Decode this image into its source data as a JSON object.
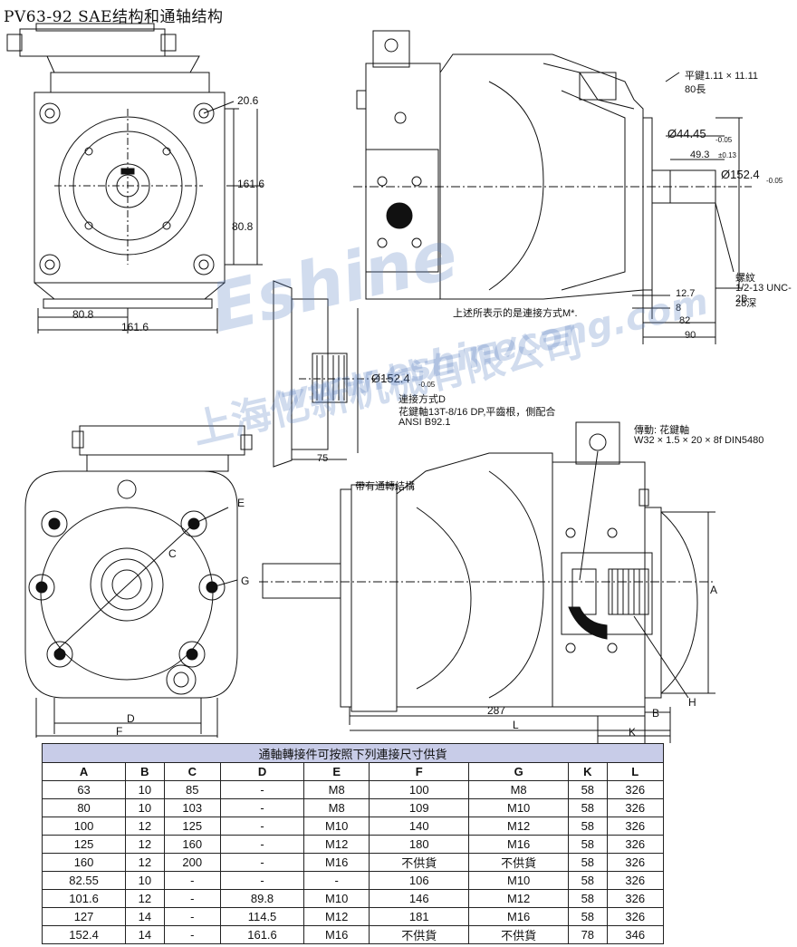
{
  "title": "PV63-92 SAE结构和通轴结构",
  "watermark": {
    "brand": "Eshine",
    "company": "上海亿新机械有限公司",
    "url": "www.eshinecong.com"
  },
  "top_front": {
    "dim_20_6": "20.6",
    "dim_161_6_v": "161.6",
    "dim_80_8_v": "80.8",
    "dim_80_8_h": "80.8",
    "dim_161_6_h": "161.6"
  },
  "top_side": {
    "key_label": "平鍵1.11 × 11.11",
    "key_len": "80長",
    "dia_44": "Ø44.45",
    "dia_44_tol": "-0.05",
    "dim_49_3": "49.3",
    "dim_49_3_tol": "±0.13",
    "dia_152": "Ø152.4",
    "dia_152_tol": "-0.05",
    "thread_label": "螺紋",
    "thread_spec": "1/2-13 UNC-2B",
    "thread_depth": "28深",
    "dim_12_7": "12.7",
    "dim_8": "8",
    "dim_82": "82",
    "dim_90": "90",
    "note_m": "上述所表示的是連接方式M*."
  },
  "mid_spline": {
    "dia": "Ø152.4",
    "dia_tol": "-0.05",
    "line1": "連接方式D",
    "line2": "花鍵軸13T-8/16 DP,平齒根，側配合",
    "line3": "ANSI B92.1",
    "dim_75": "75"
  },
  "bottom_side": {
    "through_label": "帶有通轉結構",
    "drive_label": "傳動: 花鍵軸",
    "drive_spec": "W32 × 1.5 × 20 × 8f DIN5480",
    "dim_A": "A",
    "dim_B": "B",
    "dim_H": "H",
    "dim_287": "287",
    "dim_L": "L",
    "dim_K": "K"
  },
  "bottom_front": {
    "E": "E",
    "C": "C",
    "G": "G",
    "D": "D",
    "F": "F"
  },
  "table": {
    "caption": "通軸轉接件可按照下列連接尺寸供貨",
    "headers": [
      "A",
      "B",
      "C",
      "D",
      "E",
      "F",
      "G",
      "K",
      "L"
    ],
    "rows": [
      [
        "63",
        "10",
        "85",
        "-",
        "M8",
        "100",
        "M8",
        "58",
        "326"
      ],
      [
        "80",
        "10",
        "103",
        "-",
        "M8",
        "109",
        "M10",
        "58",
        "326"
      ],
      [
        "100",
        "12",
        "125",
        "-",
        "M10",
        "140",
        "M12",
        "58",
        "326"
      ],
      [
        "125",
        "12",
        "160",
        "-",
        "M12",
        "180",
        "M16",
        "58",
        "326"
      ],
      [
        "160",
        "12",
        "200",
        "-",
        "M16",
        "不供貨",
        "不供貨",
        "58",
        "326"
      ],
      [
        "82.55",
        "10",
        "-",
        "-",
        "-",
        "106",
        "M10",
        "58",
        "326"
      ],
      [
        "101.6",
        "12",
        "-",
        "89.8",
        "M10",
        "146",
        "M12",
        "58",
        "326"
      ],
      [
        "127",
        "14",
        "-",
        "114.5",
        "M12",
        "181",
        "M16",
        "58",
        "326"
      ],
      [
        "152.4",
        "14",
        "-",
        "161.6",
        "M16",
        "不供貨",
        "不供貨",
        "78",
        "346"
      ]
    ]
  }
}
